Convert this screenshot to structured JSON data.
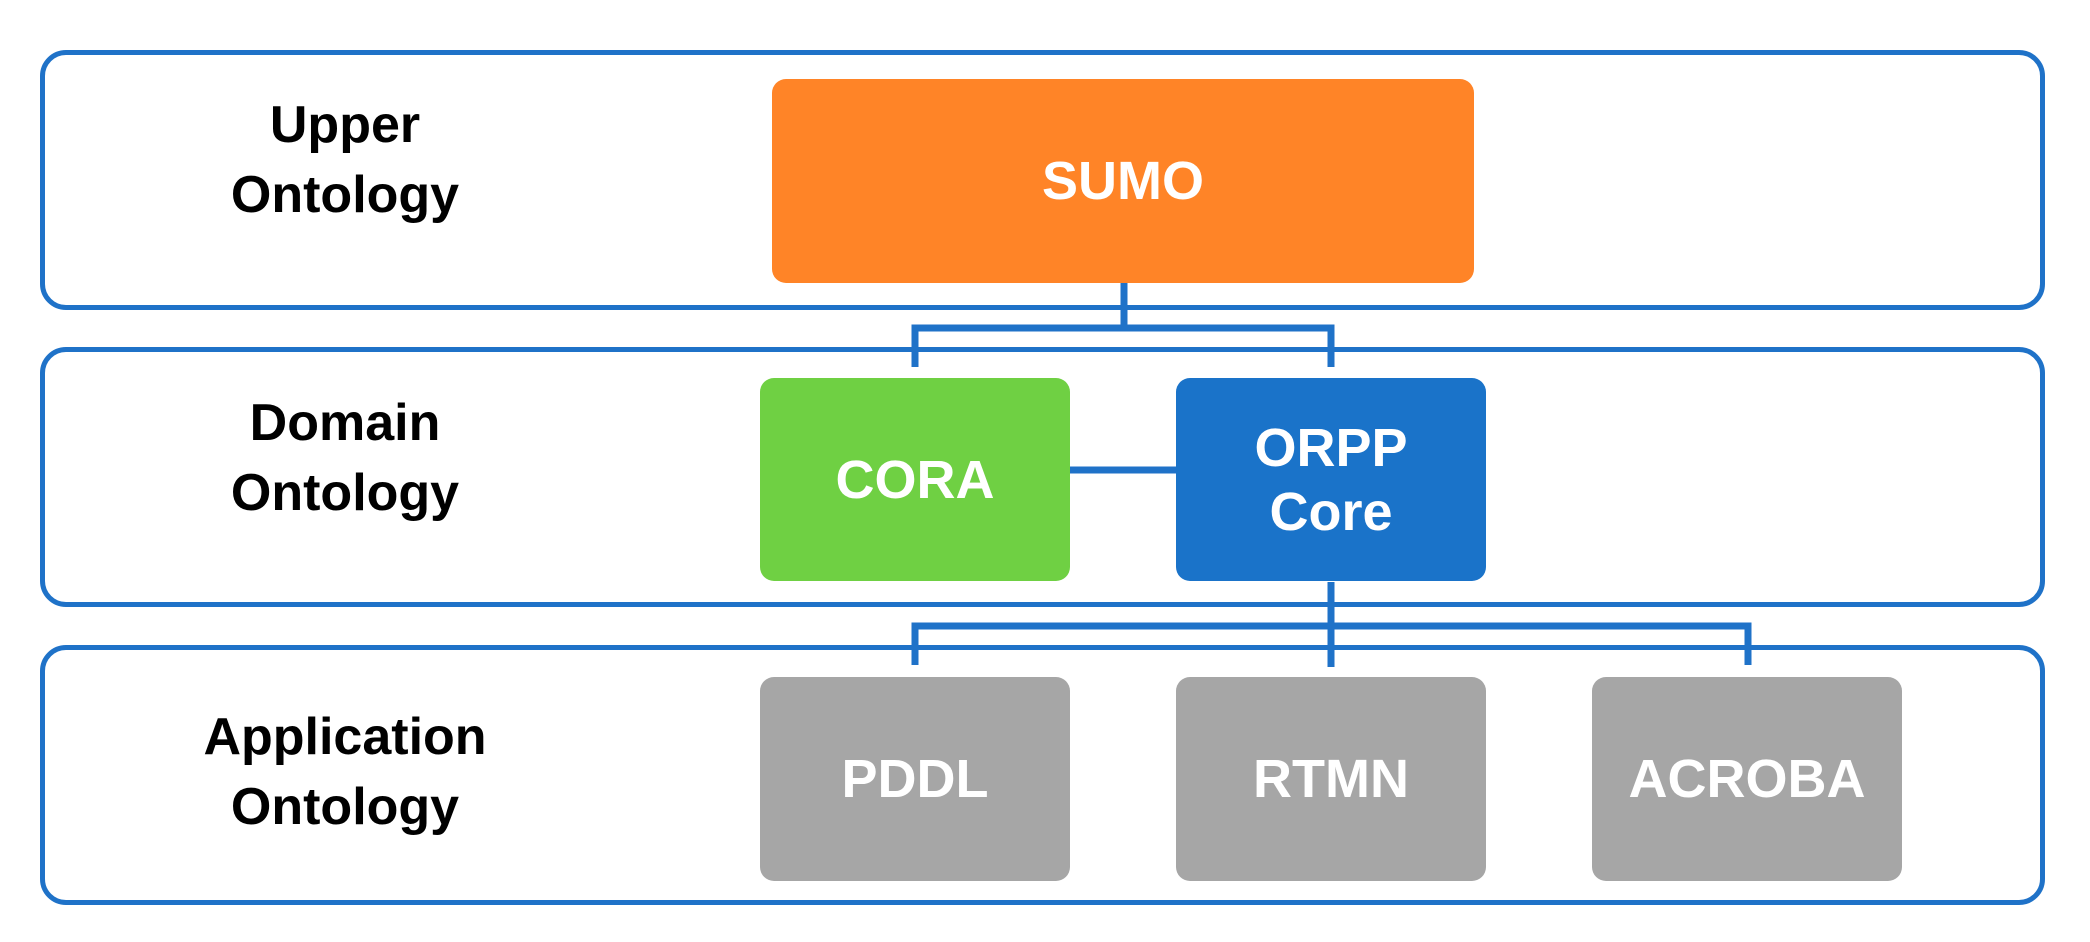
{
  "colors": {
    "layer_border": "#1f72c8",
    "connector": "#1f72c8",
    "upper_node": "#ff8427",
    "cora_node": "#6fd043",
    "orpp_node": "#1a73c9",
    "application_node": "#a6a6a6"
  },
  "layers": {
    "upper": {
      "label_line1": "Upper",
      "label_line2": "Ontology"
    },
    "domain": {
      "label_line1": "Domain",
      "label_line2": "Ontology"
    },
    "application": {
      "label_line1": "Application",
      "label_line2": "Ontology"
    }
  },
  "nodes": {
    "sumo": {
      "label": "SUMO"
    },
    "cora": {
      "label": "CORA"
    },
    "orpp": {
      "label_line1": "ORPP",
      "label_line2": "Core"
    },
    "pddl": {
      "label": "PDDL"
    },
    "rtmn": {
      "label": "RTMN"
    },
    "acroba": {
      "label": "ACROBA"
    }
  }
}
